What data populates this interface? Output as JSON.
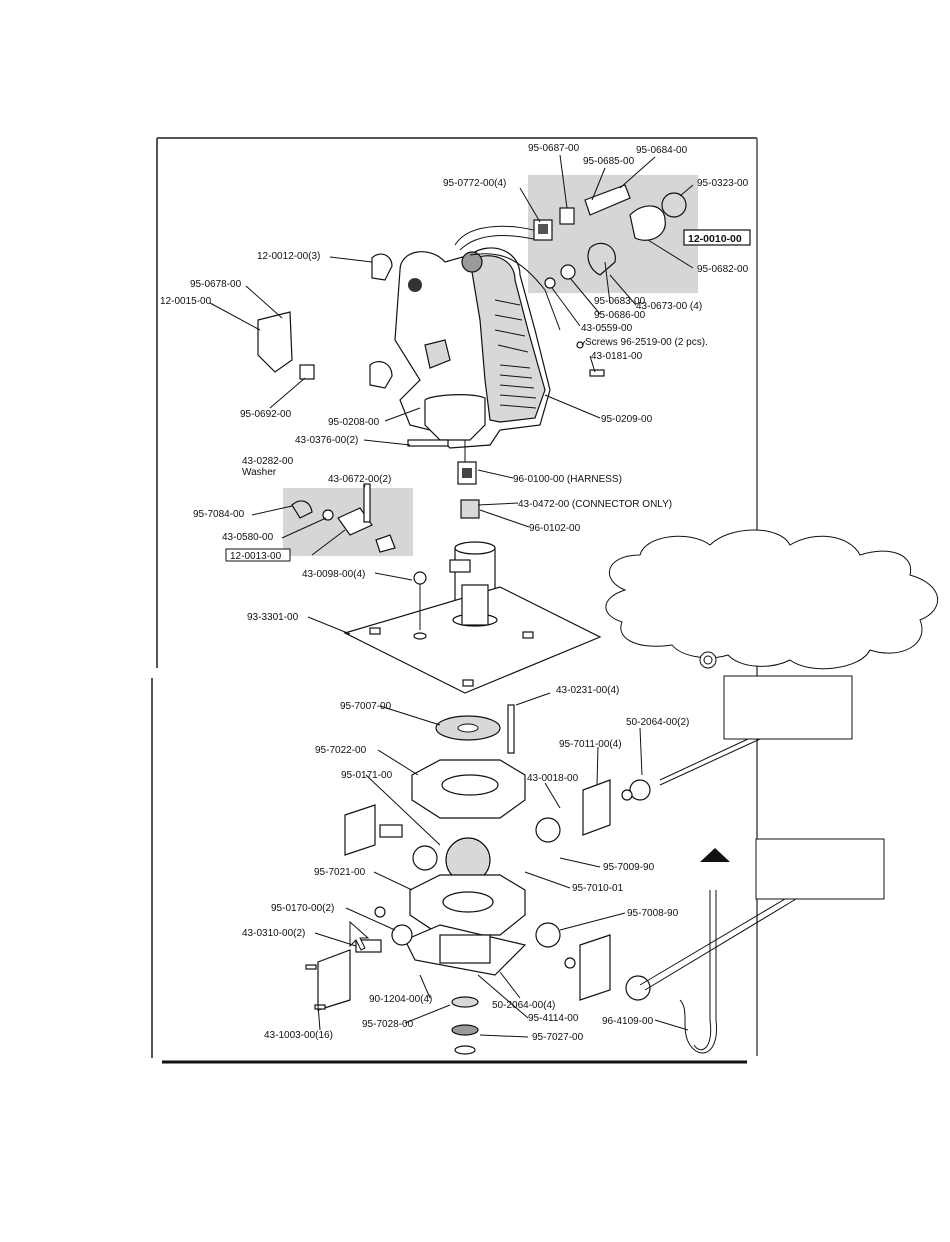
{
  "diagram": {
    "labels": {
      "p95_0687": "95-0687-00",
      "p95_0685": "95-0685-00",
      "p95_0684": "95-0684-00",
      "p95_0772": "95-0772-00(4)",
      "p95_0323": "95-0323-00",
      "p12_0010": "12-0010-00",
      "p95_0682a": "95-0682-00",
      "p12_0012": "12-0012-00(3)",
      "p95_0683": "95-0683-00",
      "p43_0673": "43-0673-00 (4)",
      "p95_0678": "95-0678-00",
      "p95_0686": "95-0686-00",
      "p12_0015": "12-0015-00",
      "p43_0559": "43-0559-00",
      "screws": "Screws 96-2519-00 (2 pcs).",
      "p43_0181": "43-0181-00",
      "p95_0692": "95-0692-00",
      "p95_0208": "95-0208-00",
      "p95_0209": "95-0209-00",
      "p43_0376": "43-0376-00(2)",
      "p43_0282": "43-0282-00",
      "washer": "Washer",
      "harness": "96-0100-00 (HARNESS)",
      "p43_0672": "43-0672-00(2)",
      "connector": "43-0472-00 (CONNECTOR ONLY)",
      "p95_7084": "95-7084-00",
      "p96_0102": "96-0102-00",
      "p43_0580": "43-0580-00",
      "p12_0013": "12-0013-00",
      "p43_0098": "43-0098-00(4)",
      "p93_3301": "93-3301-00",
      "p43_0231": "43-0231-00(4)",
      "p95_7007": "95-7007-00",
      "p50_2064a": "50-2064-00(2)",
      "p95_7011": "95-7011-00(4)",
      "p95_7022": "95-7022-00",
      "p43_0018": "43-0018-00",
      "p95_0171": "95-0171-00",
      "p95_7009": "95-7009-90",
      "p95_7021": "95-7021-00",
      "p95_7010": "95-7010-01",
      "p95_0170": "95-0170-00(2)",
      "p95_7008": "95-7008-90",
      "p43_0310": "43-0310-00(2)",
      "p90_1204": "90-1204-00(4)",
      "p50_2064b": "50-2064-00(4)",
      "p95_4114": "95-4114-00",
      "p95_7028": "95-7028-00",
      "p43_1003": "43-1003-00(16)",
      "p95_7027": "95-7027-00",
      "p96_4109": "96-4109-00"
    }
  }
}
